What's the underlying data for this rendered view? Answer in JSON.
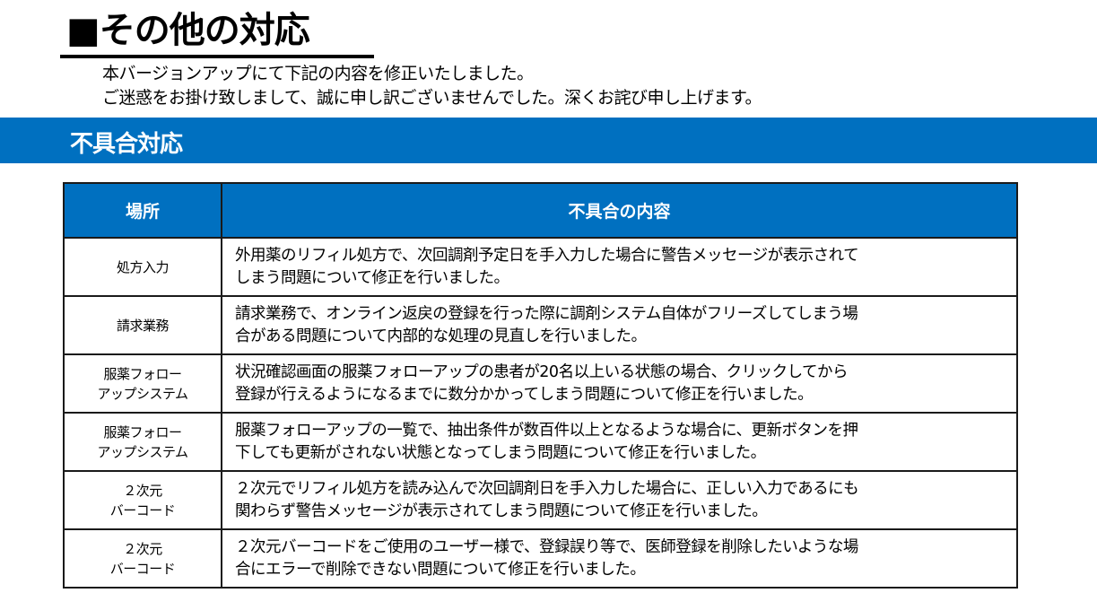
{
  "title": "■その他の対応",
  "intro": [
    "本バージョンアップにて下記の内容を修正いたしました。",
    "ご迷惑をお掛け致しまして、誠に申し訳ございませんでした。深くお詫び申し上げます。"
  ],
  "section": "不具合対応",
  "table": {
    "headers": [
      "場所",
      "不具合の内容"
    ],
    "rows": [
      {
        "place": [
          "処方入力"
        ],
        "desc": [
          "外用薬のリフィル処方で、次回調剤予定日を手入力した場合に警告メッセージが表示されて",
          "しまう問題について修正を行いました。"
        ]
      },
      {
        "place": [
          "請求業務"
        ],
        "desc": [
          "請求業務で、オンライン返戻の登録を行った際に調剤システム自体がフリーズしてしまう場",
          "合がある問題について内部的な処理の見直しを行いました。"
        ]
      },
      {
        "place": [
          "服薬フォロー",
          "アップシステム"
        ],
        "desc": [
          "状況確認画面の服薬フォローアップの患者が20名以上いる状態の場合、クリックしてから",
          "登録が行えるようになるまでに数分かかってしまう問題について修正を行いました。"
        ]
      },
      {
        "place": [
          "服薬フォロー",
          "アップシステム"
        ],
        "desc": [
          "服薬フォローアップの一覧で、抽出条件が数百件以上となるような場合に、更新ボタンを押",
          "下しても更新がされない状態となってしまう問題について修正を行いました。"
        ]
      },
      {
        "place": [
          "２次元",
          "バーコード"
        ],
        "desc": [
          "２次元でリフィル処方を読み込んで次回調剤日を手入力した場合に、正しい入力であるにも",
          "関わらず警告メッセージが表示されてしまう問題について修正を行いました。"
        ]
      },
      {
        "place": [
          "２次元",
          "バーコード"
        ],
        "desc": [
          "２次元バーコードをご使用のユーザー様で、登録誤り等で、医師登録を削除したいような場",
          "合にエラーで削除できない問題について修正を行いました。"
        ]
      }
    ]
  }
}
